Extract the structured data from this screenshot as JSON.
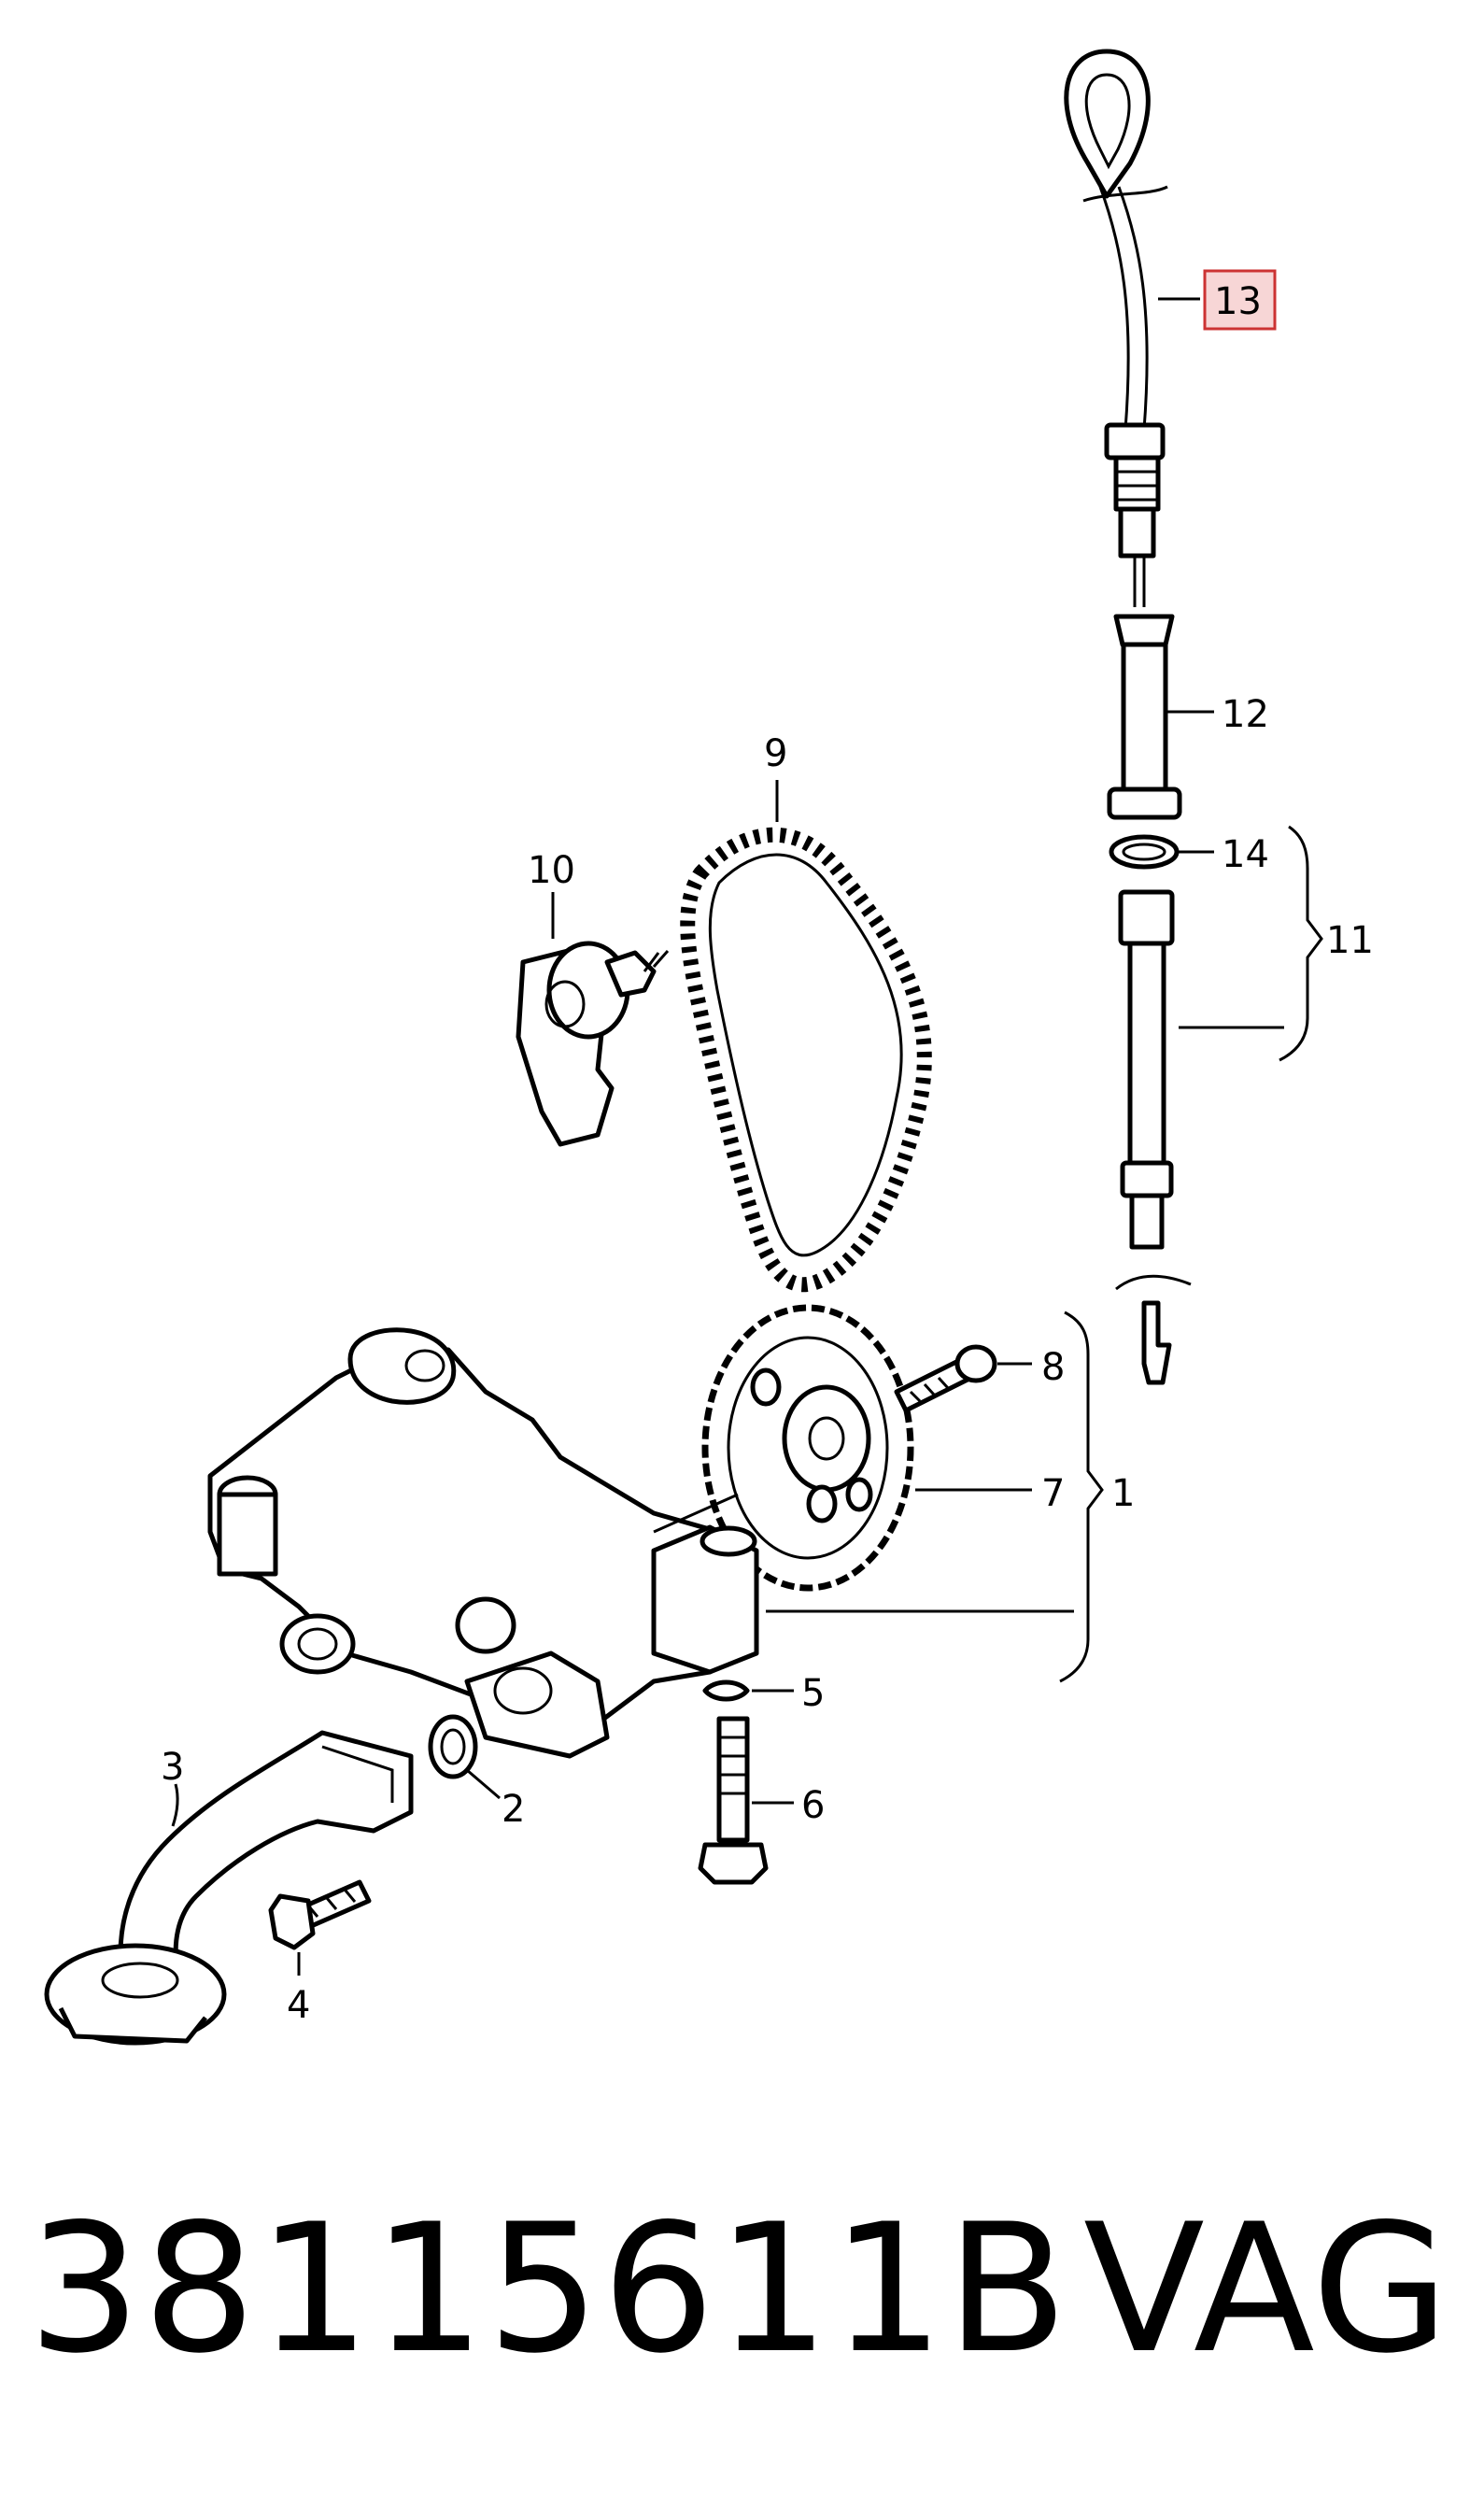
{
  "footer": {
    "part_number": "38115611B",
    "brand": "VAG"
  },
  "highlight_color": "#cc3333",
  "callouts": {
    "c1": "1",
    "c2": "2",
    "c3": "3",
    "c4": "4",
    "c5": "5",
    "c6": "6",
    "c7": "7",
    "c8": "8",
    "c9": "9",
    "c10": "10",
    "c11": "11",
    "c12": "12",
    "c13": "13",
    "c14": "14"
  }
}
